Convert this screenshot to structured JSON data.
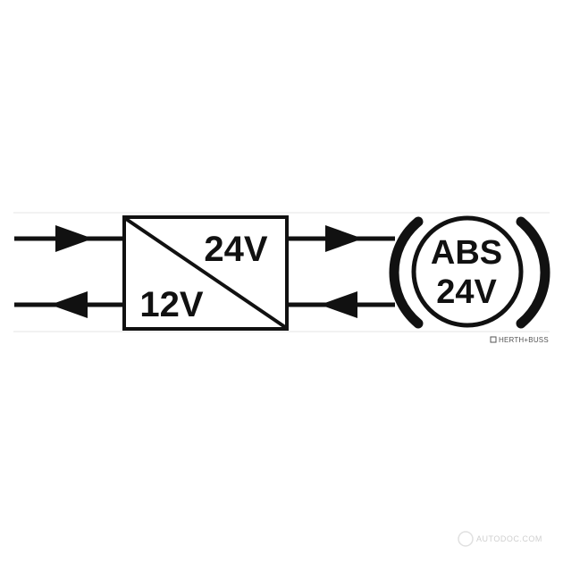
{
  "diagram": {
    "converter": {
      "output_voltage": "24V",
      "input_voltage": "12V"
    },
    "device": {
      "name": "ABS",
      "voltage": "24V"
    },
    "brand": "HERTH+BUSS",
    "watermark": "AUTODOC.COM",
    "colors": {
      "ink": "#111111",
      "background": "#ffffff"
    }
  }
}
